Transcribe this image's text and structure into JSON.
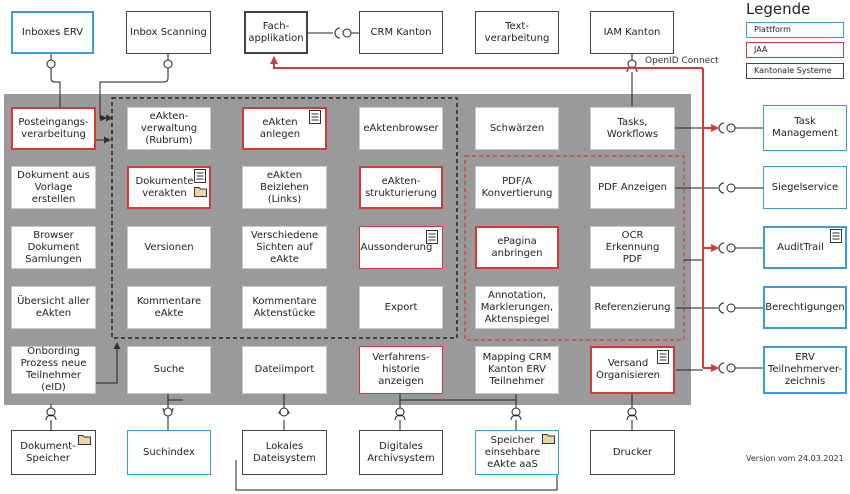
{
  "legend": {
    "title": "Legende",
    "items": [
      {
        "label": "Plattform",
        "color": "#3a9dd6"
      },
      {
        "label": "JAA",
        "color": "#d23a3a"
      },
      {
        "label": "Kantonale Systeme",
        "color": "#444444"
      }
    ]
  },
  "version": "Version vom 24.03.2021",
  "openid_label": "OpenID Connect",
  "top_row": {
    "inboxes_erv": "Inboxes ERV",
    "inbox_scanning": "Inbox Scanning",
    "fachapplikation": "Fach-\napplikation",
    "crm_kanton": "CRM Kanton",
    "textverarbeitung": "Text-\nverarbeitung",
    "iam_kanton": "IAM Kanton"
  },
  "main": {
    "posteingang": "Posteingangs-\nverarbeitung",
    "dokument_vorlage": "Dokument aus\nVorlage\nerstellen",
    "browser_dokument": "Browser\nDokument\nSamlungen",
    "uebersicht": "Übersicht aller\neAkten",
    "onboarding": "Onbording\nProzess neue\nTeilnehmer\n(eID)",
    "eakten_verwaltung": "eAkten-\nverwaltung\n(Rubrum)",
    "eakten_anlegen": "eAkten anlegen",
    "eaktenbrowser": "eAktenbrowser",
    "dokumente_verakten": "Dokumente\nverakten",
    "eakten_beiziehen": "eAkten\nBeiziehen\n(Links)",
    "eakten_strukturierung": "eAkten-\nstrukturierung",
    "versionen": "Versionen",
    "verschiedene_sichten": "Verschiedene\nSichten auf\neAkte",
    "aussonderung": "Aussonderung",
    "kommentare_eakte": "Kommentare\neAkte",
    "kommentare_aktenstuecke": "Kommentare\nAktenstücke",
    "export": "Export",
    "schwaerzen": "Schwärzen",
    "tasks_workflows": "Tasks,\nWorkflows",
    "pdfa": "PDF/A\nKonvertierung",
    "pdf_anzeigen": "PDF Anzeigen",
    "epagina": "ePagina\nanbringen",
    "ocr": "OCR Erkennung\nPDF",
    "annotation": "Annotation,\nMarkierungen,\nAktenspiegel",
    "referenzierung": "Referenzierung",
    "suche": "Suche",
    "dateiimport": "Dateiimport",
    "verfahrenshistorie": "Verfahrens-\nhistorie\nanzeigen",
    "mapping_crm": "Mapping CRM\nKanton ERV\nTeilnehmer",
    "versand": "Versand\nOrganisieren"
  },
  "right_column": {
    "task_management": "Task\nManagement",
    "siegelservice": "Siegelservice",
    "audittrail": "AuditTrail",
    "berechtigungen": "Berechtigungen",
    "erv_verzeichnis": "ERV\nTeilnehmerver-\nzeichnis"
  },
  "bottom_row": {
    "dokument_speicher": "Dokument-\nSpeicher",
    "suchindex": "Suchindex",
    "lokales_dateisystem": "Lokales\nDateisystem",
    "digitales_archivsystem": "Digitales\nArchivsystem",
    "speicher_eakte": "Speicher\neinsehbare\neAkte aaS",
    "drucker": "Drucker"
  }
}
